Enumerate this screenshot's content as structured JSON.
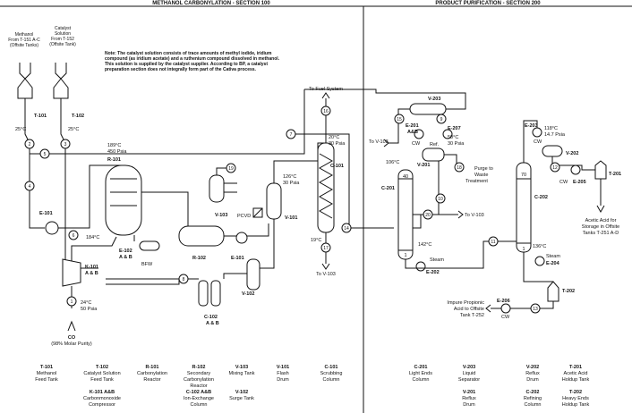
{
  "header": {
    "section100": "METHANOL CARBONYLATION - SECTION 100",
    "section200": "PRODUCT PURIFICATION - SECTION 200"
  },
  "note": "Note: The catalyst solution consists of trace amounts of methyl iodide, iridium compound (as iridium acetate) and a ruthenium compound dissolved in methanol. This solution is supplied by the catalyst supplier. According to BP, a catalyst preparation section does not integrally form part of the Cativa process.",
  "feeds": {
    "methanol": [
      "Methanol",
      "From T-151 A-C",
      "(Offsite Tanks)"
    ],
    "catalyst": [
      "Catalyst",
      "Solution",
      "From T-152",
      "(Offsite Tank)"
    ],
    "co": [
      "CO",
      "(98% Molar Purity)"
    ],
    "propionic": [
      "Impure Propionic",
      "Acid to Offsite",
      "Tank T-252"
    ],
    "product": [
      "Acetic Acid for",
      "Storage in Offsite",
      "Tanks T-251 A-D"
    ],
    "purge": [
      "Purge to",
      "Waste",
      "Treatment"
    ]
  },
  "destinations": {
    "fuel": "To Fuel System",
    "v103a": "To V-103",
    "v103b": "To V-103",
    "v103c": "To V-103"
  },
  "conditions": {
    "t101": "25°C",
    "t102": "25°C",
    "r101top": [
      "189°C",
      "450 Psia"
    ],
    "r101bot": "184°C",
    "v101": [
      "126°C",
      "30 Psia"
    ],
    "c101top": [
      "20°C",
      "30 Psia"
    ],
    "c101bot": "19°C",
    "e207": [
      "50°C",
      "30 Psia"
    ],
    "c201top": "106°C",
    "c201bot": "142°C",
    "e203": [
      "118°C",
      "14.7 Psia"
    ],
    "c202bot": "136°C",
    "co": [
      "24°C",
      "50 Psia"
    ]
  },
  "tags": {
    "t101": "T-101",
    "t102": "T-102",
    "r101": "R-101",
    "r102": "R-102",
    "v103": "V-103",
    "v101": "V-101",
    "v102": "V-102",
    "c101": "C-101",
    "c102": [
      "C-102",
      "A & B"
    ],
    "e101": "E-101",
    "e101b": "E-101",
    "e102": [
      "E-102",
      "A & B"
    ],
    "k101": [
      "K-101",
      "A & B"
    ],
    "bfw": "BFW",
    "pcvd": "PCVD",
    "c201": "C-201",
    "v203": "V-203",
    "e201": [
      "E-201",
      "A&B"
    ],
    "e207": "E-207",
    "cw1": "CW",
    "ref": "Ref.",
    "v201": "V-201",
    "e202": "E-202",
    "steam1": "Steam",
    "c202": "C-202",
    "e203": "E-203",
    "cw2": "CW",
    "v202": "V-202",
    "cw3": "CW",
    "e205": "E-205",
    "t201": "T-201",
    "steam2": "Steam",
    "e204": "E-204",
    "t202": "T-202",
    "e206": "E-206",
    "cw4": "CW",
    "tray40": "40",
    "tray1a": "1",
    "tray70": "70",
    "tray1b": "1"
  },
  "streams": [
    "1",
    "2",
    "3",
    "4",
    "5",
    "6",
    "7",
    "8",
    "9",
    "10",
    "11",
    "12",
    "13",
    "14",
    "15",
    "16",
    "17",
    "18",
    "19",
    "20"
  ],
  "legend": [
    {
      "tag": "T-101",
      "desc": [
        "Methanol",
        "Feed Tank"
      ]
    },
    {
      "tag": "T-102",
      "desc": [
        "Catalyst Solution",
        "Feed Tank"
      ]
    },
    {
      "tag": "R-101",
      "desc": [
        "Carbonylation",
        "Reactor"
      ]
    },
    {
      "tag": "R-102",
      "desc": [
        "Secondary",
        "Carbonylation",
        "Reactor"
      ]
    },
    {
      "tag": "V-103",
      "desc": [
        "Mixing Tank"
      ]
    },
    {
      "tag": "V-101",
      "desc": [
        "Flash",
        "Drum"
      ]
    },
    {
      "tag": "C-101",
      "desc": [
        "Scrubbing",
        "Column"
      ]
    },
    {
      "tag": "C-201",
      "desc": [
        "Light Ends",
        "Column"
      ]
    },
    {
      "tag": "V-203",
      "desc": [
        "Liquid",
        "Separator"
      ]
    },
    {
      "tag": "V-202",
      "desc": [
        "Reflux",
        "Drum"
      ]
    },
    {
      "tag": "T-201",
      "desc": [
        "Acetic Acid",
        "Holdup Tank"
      ]
    },
    {
      "tag": "K-101 A&B",
      "desc": [
        "Carbonmonoxide",
        "Compressor"
      ]
    },
    {
      "tag": "C-102 A&B",
      "desc": [
        "Ion-Exchange",
        "Column"
      ]
    },
    {
      "tag": "V-102",
      "desc": [
        "Surge Tank"
      ]
    },
    {
      "tag": "V-201",
      "desc": [
        "Reflux",
        "Drum"
      ]
    },
    {
      "tag": "C-202",
      "desc": [
        "Refining",
        "Column"
      ]
    },
    {
      "tag": "T-202",
      "desc": [
        "Heavy Ends",
        "Holdup Tank"
      ]
    }
  ]
}
